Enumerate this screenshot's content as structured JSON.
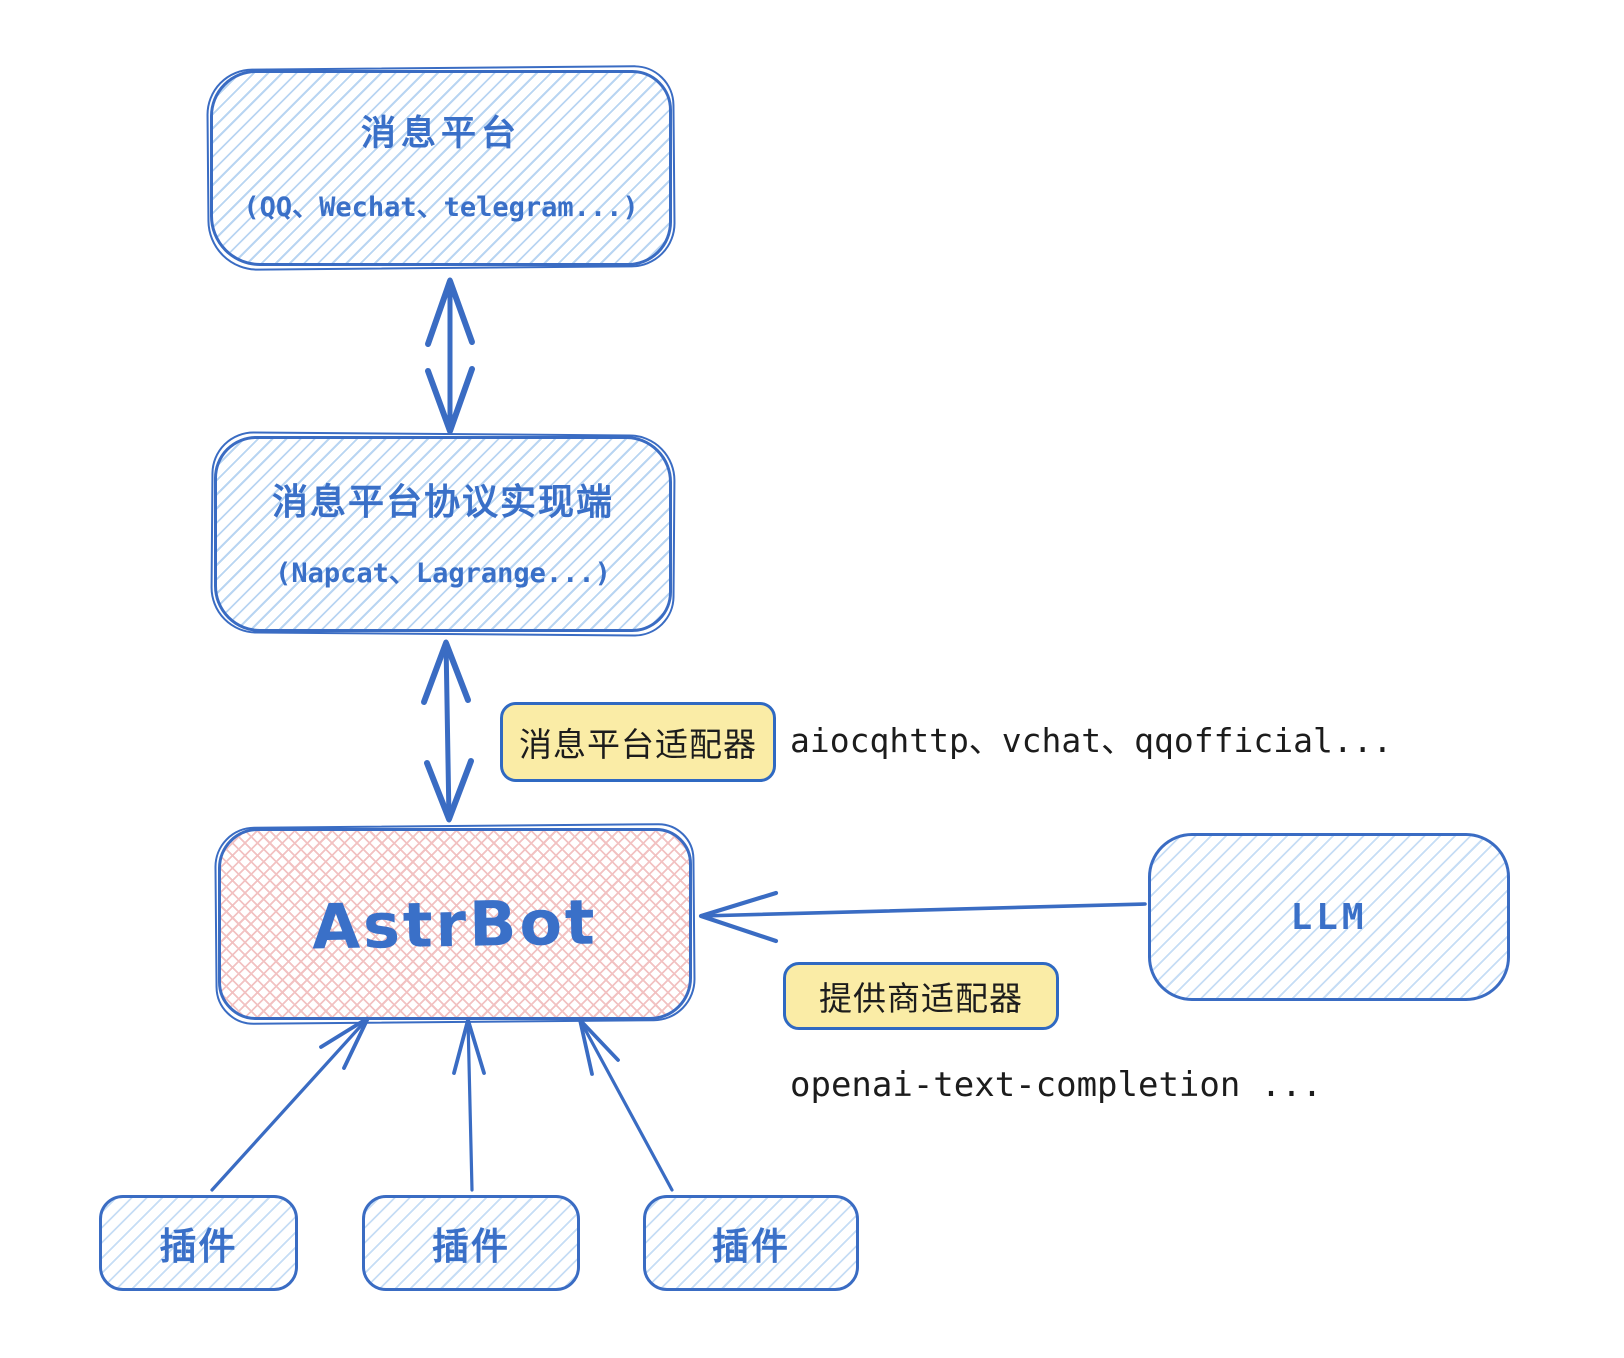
{
  "colors": {
    "stroke_blue": "#3a6cc3",
    "text_blue": "#3a70c8",
    "hatch_blue": "#b9d5f2",
    "hatch_red": "#f2c2c2",
    "label_yellow_bg": "#faeca6",
    "text_dark": "#1c1c1c",
    "background": "#ffffff"
  },
  "nodes": {
    "message_platform": {
      "title": "消息平台",
      "subtitle": "(QQ、Wechat、telegram...)"
    },
    "protocol_client": {
      "title": "消息平台协议实现端",
      "subtitle": "(Napcat、Lagrange...)"
    },
    "astrbot": {
      "title": "AstrBot"
    },
    "llm": {
      "title": "LLM"
    },
    "plugins": [
      {
        "label": "插件"
      },
      {
        "label": "插件"
      },
      {
        "label": "插件"
      }
    ]
  },
  "adapters": {
    "platform": {
      "label": "消息平台适配器",
      "examples": "aiocqhttp、vchat、qqofficial..."
    },
    "provider": {
      "label": "提供商适配器",
      "examples": "openai-text-completion ..."
    }
  }
}
